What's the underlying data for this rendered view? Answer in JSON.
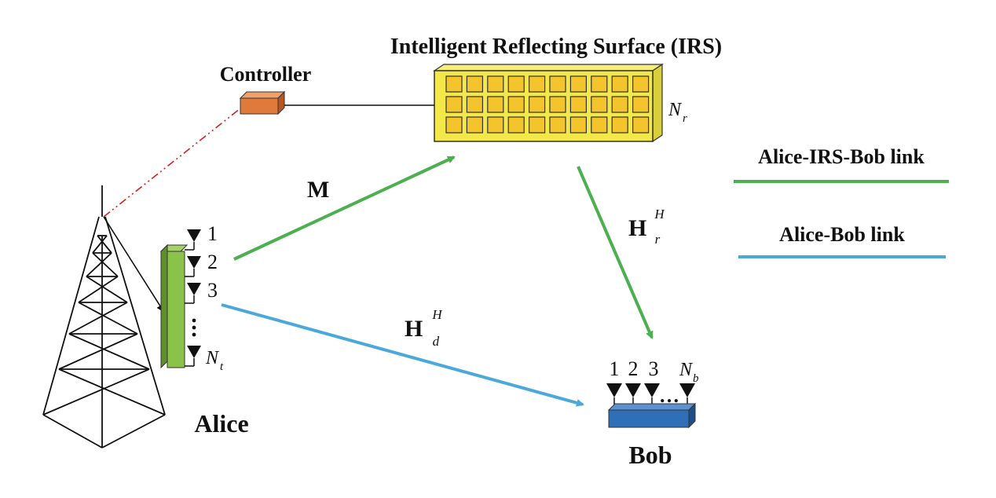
{
  "labels": {
    "irs_title": "Intelligent Reflecting Surface (IRS)",
    "controller": "Controller",
    "alice": "Alice",
    "bob": "Bob",
    "irs_elements": {
      "base": "N",
      "sub": "r"
    },
    "alice_antennas": {
      "base": "N",
      "sub": "t"
    },
    "bob_antennas": {
      "base": "N",
      "sub": "b"
    },
    "alice_antenna_indices": [
      "1",
      "2",
      "3"
    ],
    "bob_antenna_indices": [
      "1",
      "2",
      "3"
    ],
    "dots": "…",
    "channel_M": "M",
    "channel_Hr": {
      "base": "H",
      "sup": "H",
      "sub": "r"
    },
    "channel_Hd": {
      "base": "H",
      "sup": "H",
      "sub": "d"
    }
  },
  "legend": [
    {
      "label": "Alice-IRS-Bob link",
      "color": "#4caf50"
    },
    {
      "label": "Alice-Bob link",
      "color": "#4aa8dc"
    }
  ],
  "colors": {
    "irs_panel": "#f2e84a",
    "irs_cell": "#f4c42c",
    "controller_box": "#e07a3a",
    "alice_array": "#8bc34a",
    "bob_box": "#2f6fb8",
    "control_link": "#d62020"
  }
}
